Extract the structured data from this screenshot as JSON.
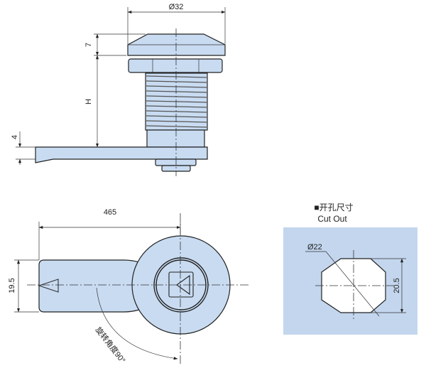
{
  "side_view": {
    "diameter_label": "Ø32",
    "cap_height_label": "7",
    "height_label": "H",
    "lever_thickness_label": "4"
  },
  "front_view": {
    "length_label": "465",
    "lever_width_label": "19.5",
    "rotation_label": "旋转角度90°"
  },
  "cutout": {
    "title_cn": "■开孔尺寸",
    "title_en": "Cut Out",
    "diameter_label": "Ø22",
    "flat_width_label": "20.5"
  },
  "colors": {
    "part_fill": "#c8dbf1",
    "cutout_bg": "#c3d6ee",
    "line": "#222222"
  }
}
